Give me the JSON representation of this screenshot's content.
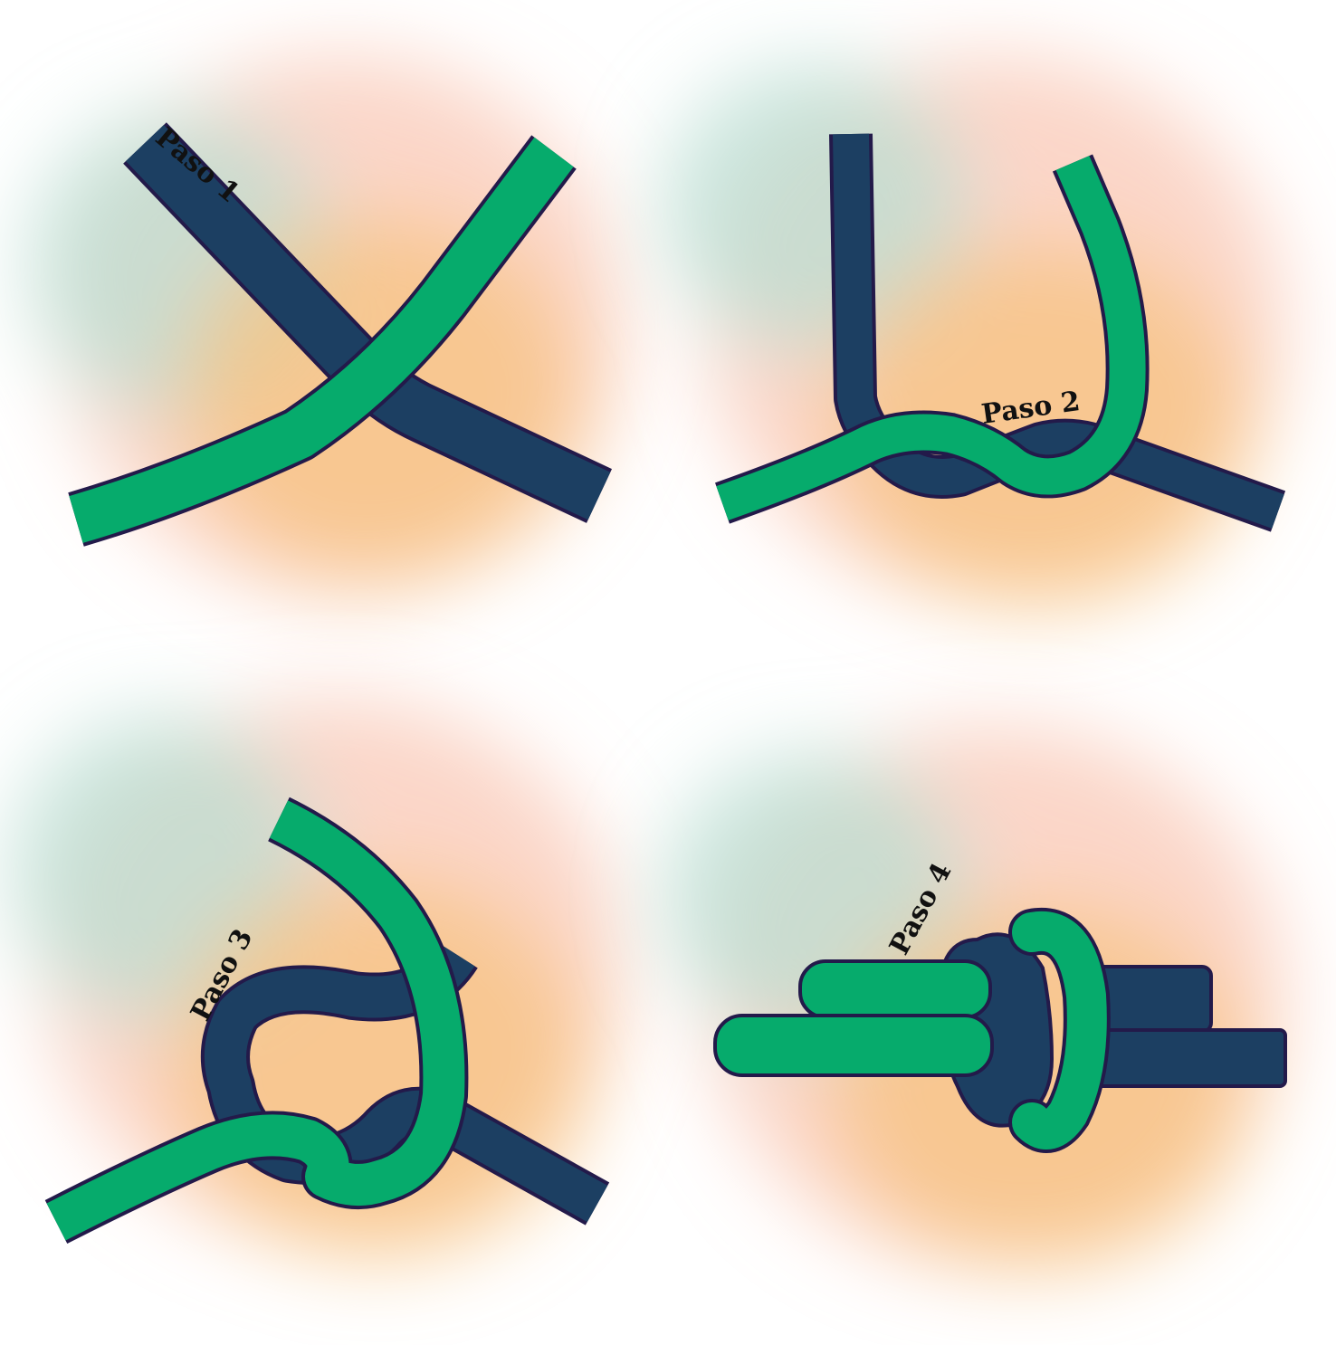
{
  "colors": {
    "rope_dark": "#1c3f62",
    "rope_green": "#06ab6c",
    "outline": "#231a4a",
    "wash_orange": "#f8c27a",
    "wash_peach": "#f7b49a",
    "wash_teal": "#b9ddd3",
    "background": "#ffffff"
  },
  "steps": [
    {
      "label": "Paso 1"
    },
    {
      "label": "Paso 2"
    },
    {
      "label": "Paso 3"
    },
    {
      "label": "Paso 4"
    }
  ]
}
